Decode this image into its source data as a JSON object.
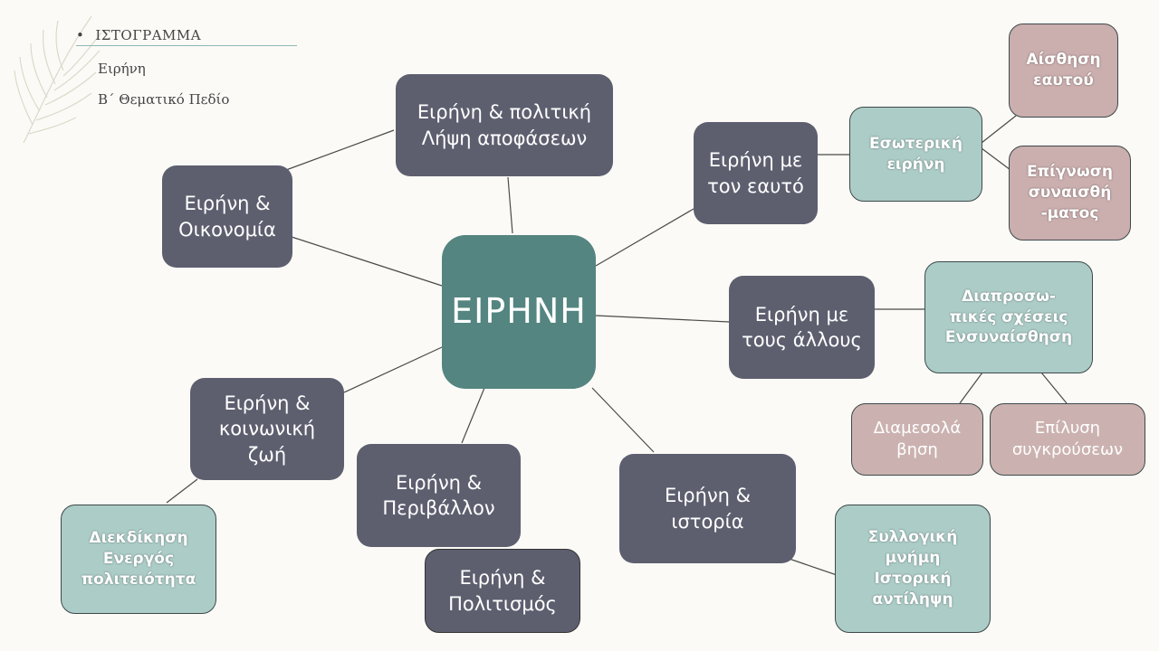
{
  "header": {
    "title": "ΙΣΤΟΓΡΑΜΜΑ",
    "subtitle1": "Ειρήνη",
    "subtitle2": "Β΄ Θεματικό Πεδίο"
  },
  "colors": {
    "background": "#fbfaf6",
    "center": "#548580",
    "dark_node": "#5d5f6f",
    "teal_node": "#acccc7",
    "rose_node": "#cbaeae",
    "line": "#4a4a4a"
  },
  "nodes": {
    "center": "ΕΙΡΗΝΗ",
    "politics": "Ειρήνη & πολιτική\nΛήψη αποφάσεων",
    "economy": "Ειρήνη &\nΟικονομία",
    "self": "Ειρήνη με\nτον εαυτό",
    "inner_peace": "Εσωτερική\nειρήνη",
    "self_awareness": "Αίσθηση\nεαυτού",
    "emotion_awareness": "Επίγνωση\nσυναισθή\n-ματος",
    "others": "Ειρήνη με\nτους άλλους",
    "relations": "Διαπροσω-\nπικές σχέσεις\nΕνσυναίσθηση",
    "mediation": "Διαμεσολά\nβηση",
    "conflict": "Επίλυση\nσυγκρούσεων",
    "history": "Ειρήνη &\nιστορία",
    "memory": "Συλλογική\nμνήμη\nΙστορική\nαντίληψη",
    "social": "Ειρήνη &\nκοινωνική\nζωή",
    "citizenship": "Διεκδίκηση\nΕνεργός\nπολιτειότητα",
    "environment": "Ειρήνη &\nΠεριβάλλον",
    "culture": "Ειρήνη &\nΠολιτισμός"
  }
}
